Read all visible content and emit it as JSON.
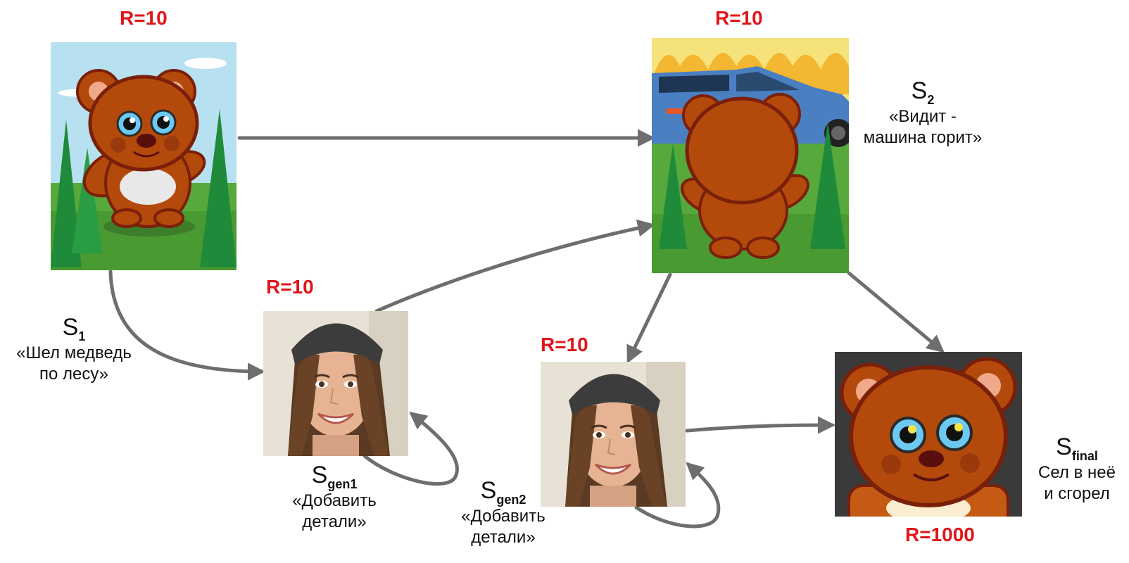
{
  "nodes": {
    "s1": {
      "reward": "R=10",
      "symbol": "S",
      "sub": "1",
      "desc": [
        "«Шел медведь",
        "по лесу»"
      ]
    },
    "s2": {
      "reward": "R=10",
      "symbol": "S",
      "sub": "2",
      "desc": [
        "«Видит -",
        "машина горит»"
      ]
    },
    "gen1": {
      "reward": "R=10",
      "symbol": "S",
      "sub": "gen1",
      "desc": [
        "«Добавить",
        "детали»"
      ]
    },
    "gen2": {
      "reward": "R=10",
      "symbol": "S",
      "sub": "gen2",
      "desc": [
        "«Добавить",
        "детали»"
      ]
    },
    "final": {
      "reward": "R=1000",
      "symbol": "S",
      "sub": "final",
      "desc": [
        "Сел в неё",
        "и сгорел"
      ]
    }
  },
  "colors": {
    "reward": "#e0161b",
    "arrow": "#6e6e6e",
    "bear": "#b34a0c",
    "sky": "#b7e0f0",
    "grass": "#56a93a"
  },
  "edges": [
    {
      "from": "s1",
      "to": "s2"
    },
    {
      "from": "s1",
      "to": "gen1"
    },
    {
      "from": "gen1",
      "to": "s2"
    },
    {
      "from": "gen1",
      "to": "gen1"
    },
    {
      "from": "s2",
      "to": "gen2"
    },
    {
      "from": "s2",
      "to": "final"
    },
    {
      "from": "gen2",
      "to": "final"
    },
    {
      "from": "gen2",
      "to": "gen2"
    }
  ]
}
